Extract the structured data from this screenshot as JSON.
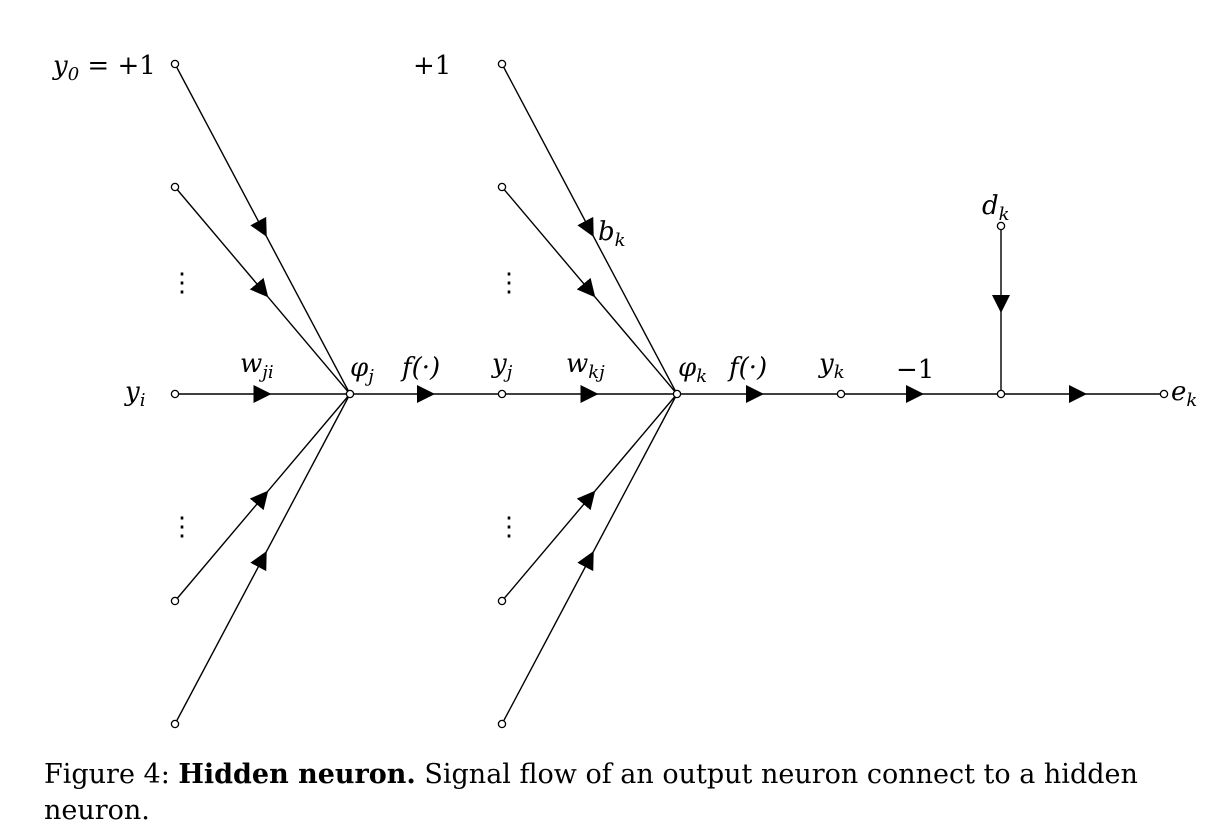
{
  "diagram": {
    "labels": {
      "y0": {
        "main": "y",
        "sub": "0",
        "rest": " = +1"
      },
      "plus_one": "+1",
      "y_i": {
        "main": "y",
        "sub": "i"
      },
      "w_ji": {
        "main": "w",
        "sub": "ji"
      },
      "phi_j": {
        "main": "φ",
        "sub": "j"
      },
      "f_j": "f(·)",
      "y_j": {
        "main": "y",
        "sub": "j"
      },
      "w_kj": {
        "main": "w",
        "sub": "kj"
      },
      "b_k": {
        "main": "b",
        "sub": "k"
      },
      "phi_k": {
        "main": "φ",
        "sub": "k"
      },
      "f_k": "f(·)",
      "y_k": {
        "main": "y",
        "sub": "k"
      },
      "minus_one": "−1",
      "d_k": {
        "main": "d",
        "sub": "k"
      },
      "e_k": {
        "main": "e",
        "sub": "k"
      },
      "ellipsis": "⋮"
    }
  },
  "caption": {
    "prefix": "Figure 4: ",
    "bold": "Hidden neuron.",
    "text": " Signal flow of an output neuron connect to a hidden neuron."
  }
}
